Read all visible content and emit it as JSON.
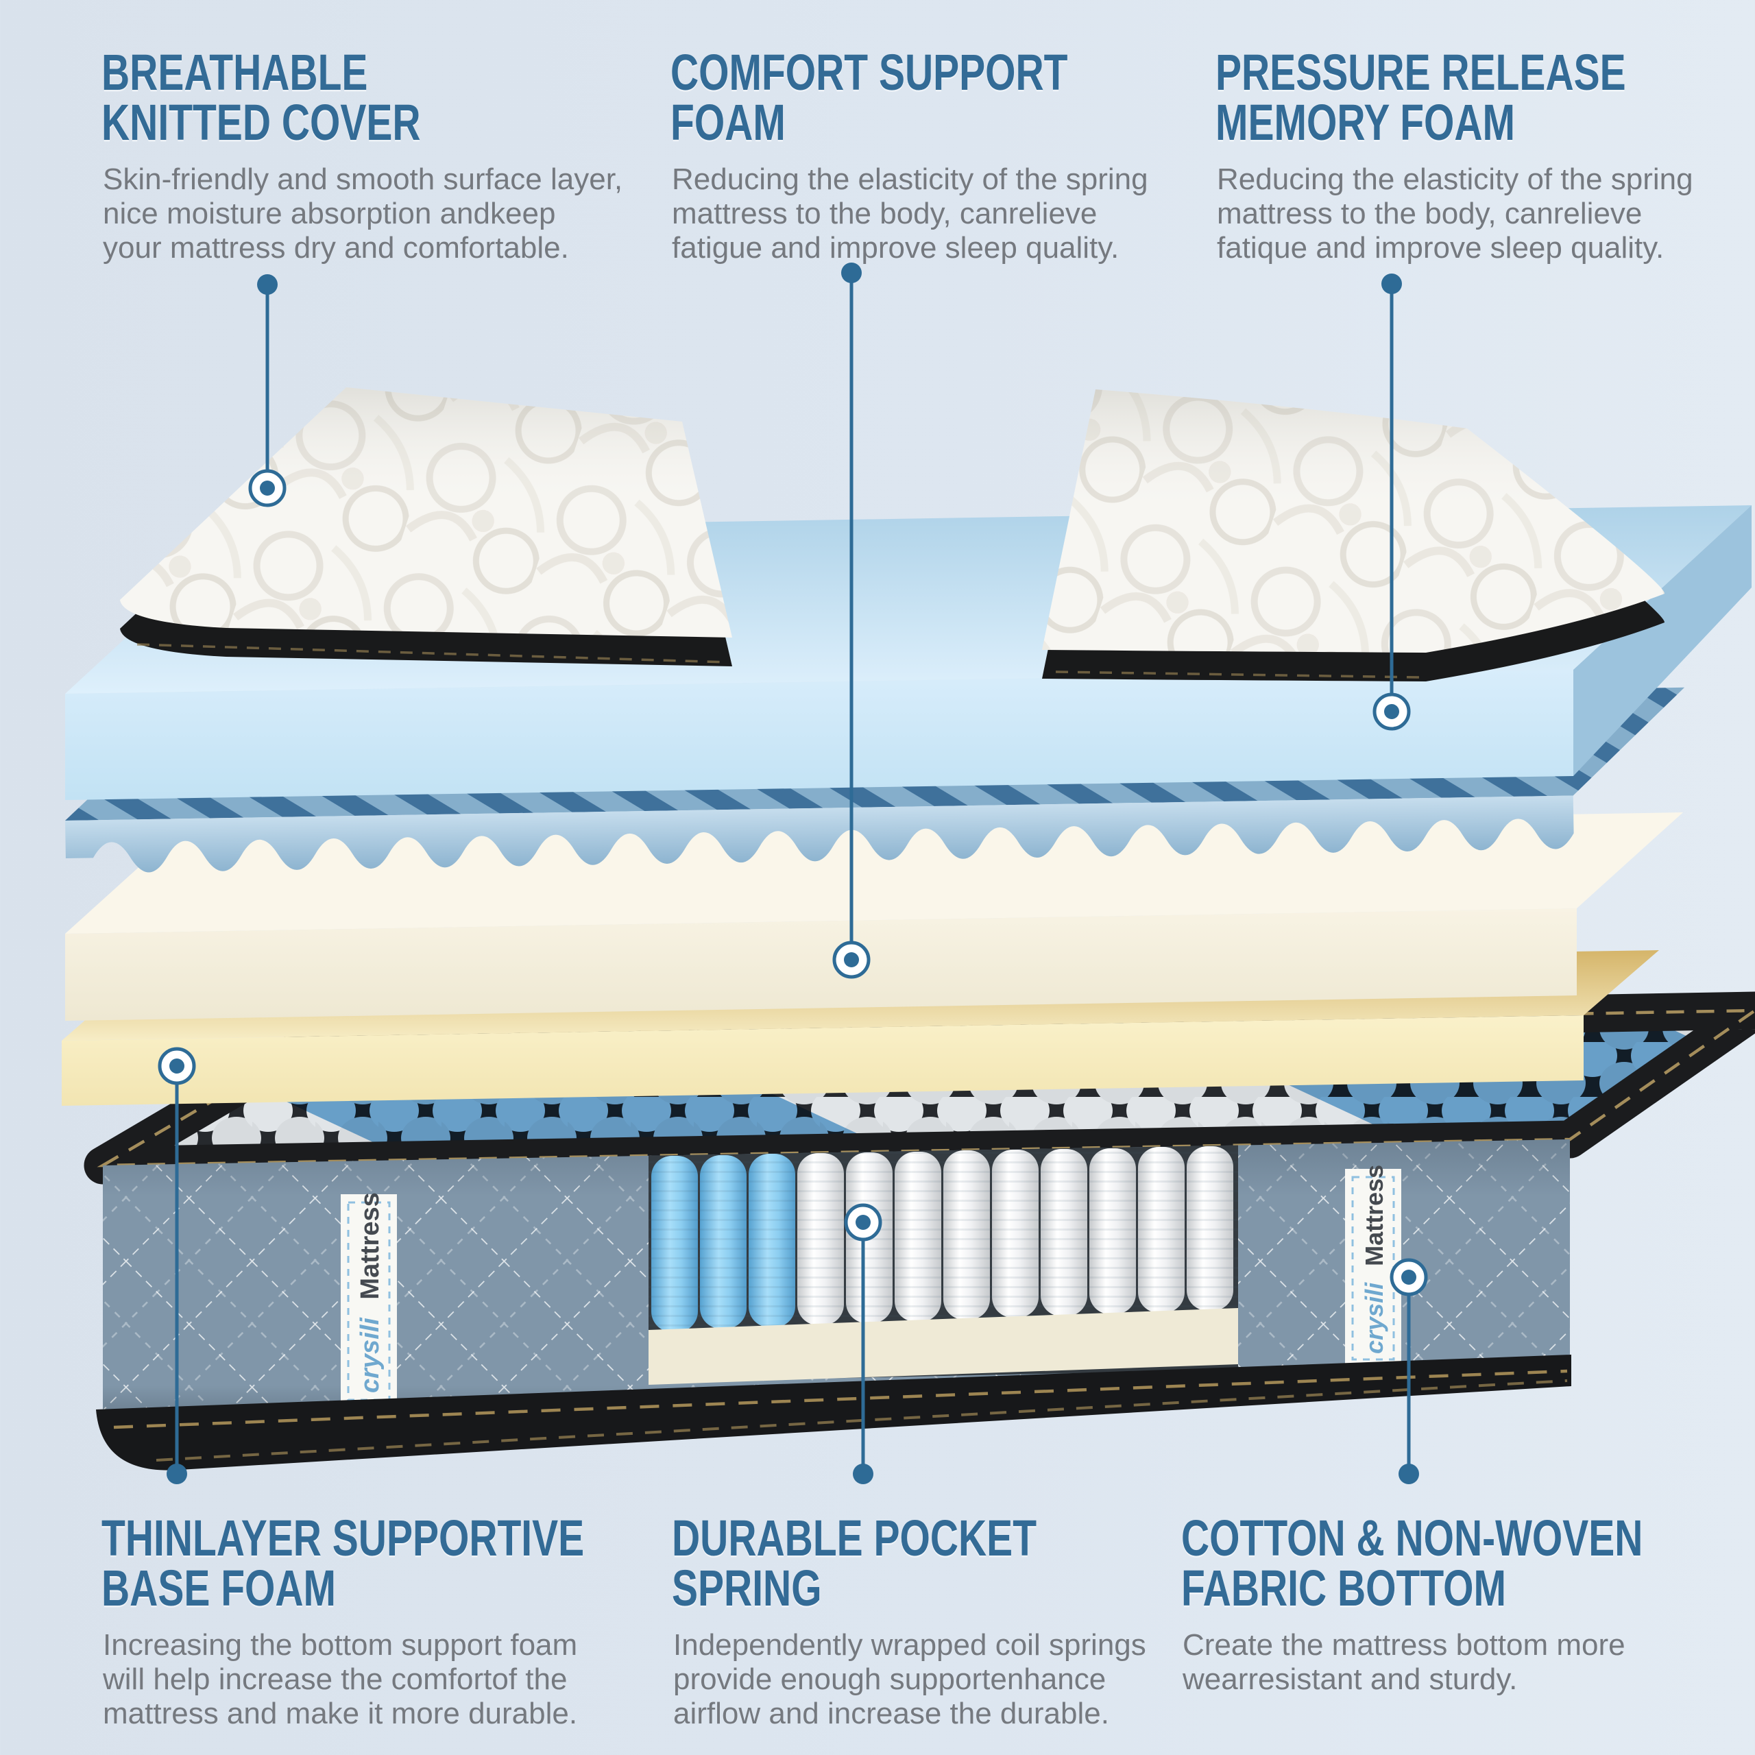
{
  "background_color": "#dde6f0",
  "accent_color": "#336b96",
  "body_text_color": "#75797f",
  "sections": [
    {
      "id": "breathable-knitted-cover",
      "title": "BREATHABLE\nKNITTED COVER",
      "body": "Skin-friendly and smooth surface layer,\nnice moisture absorption andkeep\nyour mattress dry and comfortable."
    },
    {
      "id": "comfort-support-foam",
      "title": "COMFORT SUPPORT\nFOAM",
      "body": "Reducing the elasticity of the spring\nmattress to the body, canrelieve\nfatigue and improve sleep quality."
    },
    {
      "id": "pressure-release-memory-foam",
      "title": "PRESSURE RELEASE\nMEMORY FOAM",
      "body": "Reducing the elasticity of the spring\nmattress to the body, canrelieve\nfatique and improve sleep quality."
    },
    {
      "id": "thinlayer-supportive-base-foam",
      "title": "THINLAYER SUPPORTIVE\nBASE FOAM",
      "body": "Increasing the bottom support foam\nwill help increase the comfortof the\nmattress and make it more durable."
    },
    {
      "id": "durable-pocket-spring",
      "title": "DURABLE POCKET\nSPRING",
      "body": "Independently wrapped coil springs\nprovide enough supportenhance\nairflow and increase the durable."
    },
    {
      "id": "cotton-non-woven-fabric-bottom",
      "title": "COTTON & NON-WOVEN\nFABRIC BOTTOM",
      "body": "Create the mattress bottom more\nwearresistant and sturdy."
    }
  ],
  "mattress_label": {
    "brand": "crysili",
    "product": "Mattress"
  }
}
